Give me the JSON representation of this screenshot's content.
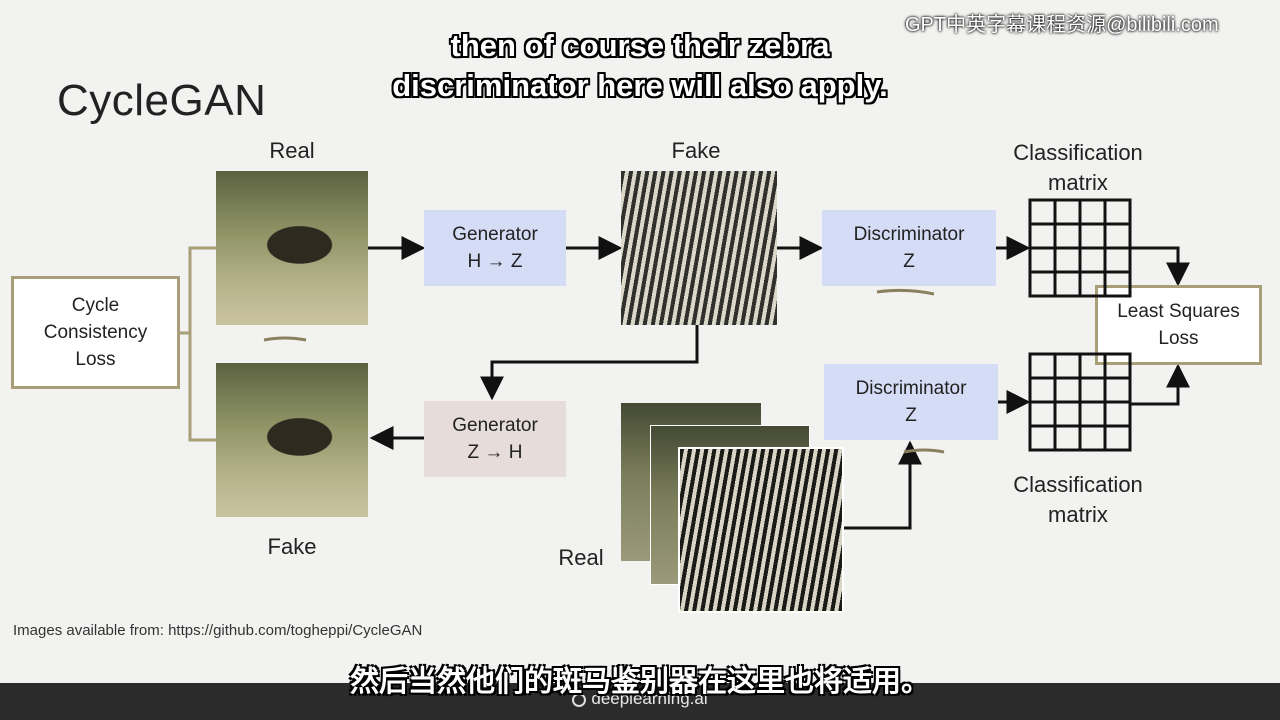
{
  "title": "CycleGAN",
  "labels": {
    "real_top": "Real",
    "fake_top": "Fake",
    "fake_bottom": "Fake",
    "real_bottom": "Real",
    "classification_top_1": "Classification",
    "classification_top_2": "matrix",
    "classification_bottom_1": "Classification",
    "classification_bottom_2": "matrix"
  },
  "boxes": {
    "generator_hz_1": "Generator",
    "generator_hz_2": "H → Z",
    "generator_zh_1": "Generator",
    "generator_zh_2": "Z → H",
    "discriminator_top_1": "Discriminator",
    "discriminator_top_2": "Z",
    "discriminator_bottom_1": "Discriminator",
    "discriminator_bottom_2": "Z",
    "cycle_1": "Cycle",
    "cycle_2": "Consistency",
    "cycle_3": "Loss",
    "lsq_1": "Least Squares",
    "lsq_2": "Loss"
  },
  "credit": "Images available from: https://github.com/togheppi/CycleGAN",
  "subtitle_en_1": "then of course their zebra",
  "subtitle_en_2": "discriminator here will also apply.",
  "subtitle_zh": "然后当然他们的斑马鉴别器在这里也将适用。",
  "watermark": "GPT中英字幕课程资源@bilibili.com",
  "brand": "deeplearning.ai",
  "colors": {
    "discriminator_fill": "#d5dcf6",
    "generator_zh_fill": "#e6dcda",
    "loss_border": "#a89f78",
    "background": "#f2f2f0"
  }
}
